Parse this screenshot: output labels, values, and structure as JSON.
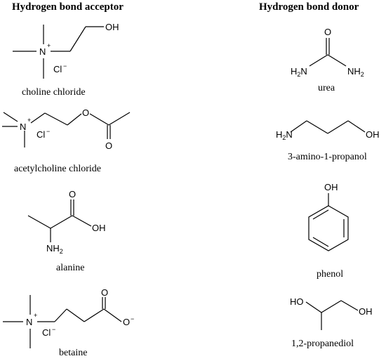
{
  "headers": {
    "acceptor": "Hydrogen bond acceptor",
    "donor": "Hydrogen bond donor"
  },
  "acceptors": [
    {
      "name": "choline chloride",
      "labels": {
        "n": "N",
        "charge": "+",
        "oh": "OH",
        "cl": "Cl",
        "clcharge": "−"
      }
    },
    {
      "name": "acetylcholine chloride",
      "labels": {
        "n": "N",
        "charge": "+",
        "o": "O",
        "o2": "O",
        "cl": "Cl",
        "clcharge": "−"
      }
    },
    {
      "name": "alanine",
      "labels": {
        "o": "O",
        "oh": "OH",
        "nh": "NH",
        "sub": "2"
      }
    },
    {
      "name": "betaine",
      "labels": {
        "n": "N",
        "charge": "+",
        "cl": "Cl",
        "clcharge": "−",
        "o": "O",
        "o2": "O",
        "ocharge": "−"
      }
    }
  ],
  "donors": [
    {
      "name": "urea",
      "labels": {
        "o": "O",
        "h2n": "H",
        "sub": "2",
        "n": "N",
        "nh": "NH",
        "sub2": "2"
      }
    },
    {
      "name": "3-amino-1-propanol",
      "labels": {
        "h2n": "H",
        "sub": "2",
        "n": "N",
        "oh": "OH"
      }
    },
    {
      "name": "phenol",
      "labels": {
        "oh": "OH"
      }
    },
    {
      "name": "1,2-propanediol",
      "labels": {
        "ho": "HO",
        "oh": "OH"
      }
    }
  ]
}
